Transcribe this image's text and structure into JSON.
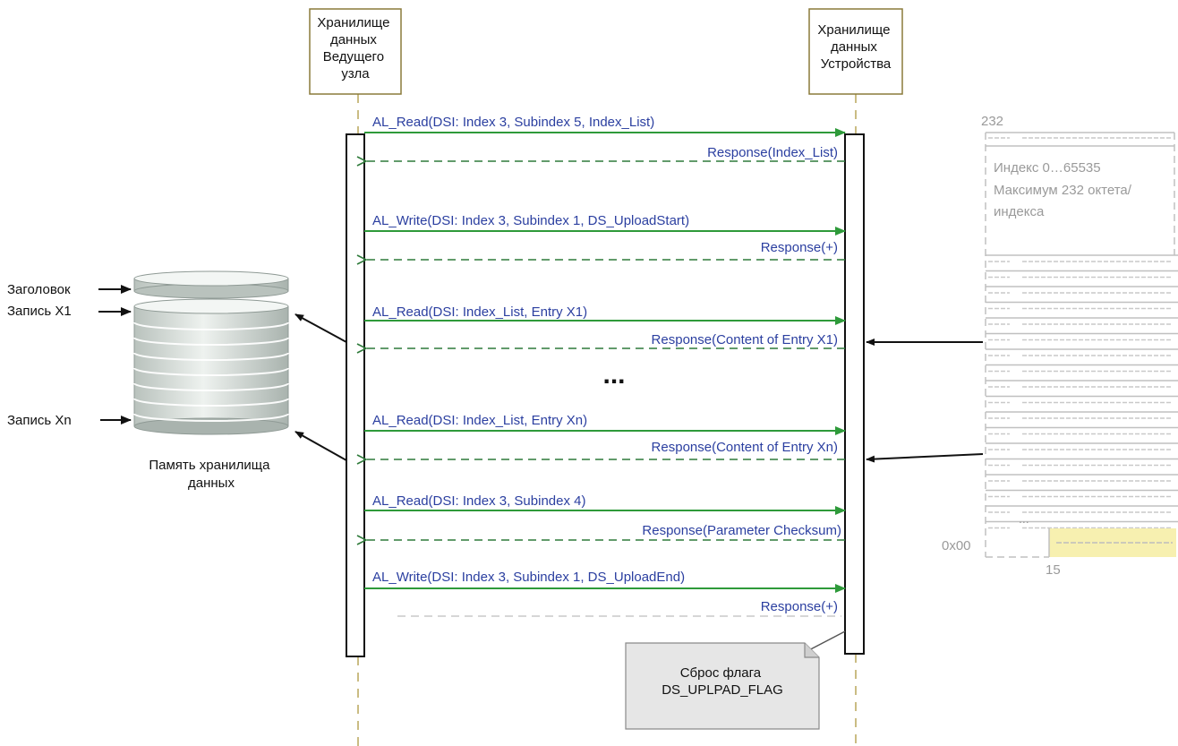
{
  "lifelines": {
    "master": [
      "Хранилище",
      "данных",
      "Ведущего",
      "узла"
    ],
    "device": [
      "Хранилище",
      "данных",
      "Устройства"
    ]
  },
  "messages": [
    {
      "kind": "request",
      "text": "AL_Read(DSI: Index 3, Subindex 5, Index_List)"
    },
    {
      "kind": "response",
      "text": "Response(Index_List)"
    },
    {
      "kind": "request",
      "text": "AL_Write(DSI: Index 3, Subindex 1, DS_UploadStart)"
    },
    {
      "kind": "response",
      "text": "Response(+)"
    },
    {
      "kind": "request",
      "text": "AL_Read(DSI: Index_List, Entry X1)"
    },
    {
      "kind": "response",
      "text": "Response(Content of Entry X1)"
    },
    {
      "kind": "request",
      "text": "AL_Read(DSI: Index_List, Entry Xn)"
    },
    {
      "kind": "response",
      "text": "Response(Content of Entry Xn)"
    },
    {
      "kind": "request",
      "text": "AL_Read(DSI: Index 3, Subindex 4)"
    },
    {
      "kind": "response",
      "text": "Response(Parameter Checksum)"
    },
    {
      "kind": "request",
      "text": "AL_Write(DSI: Index 3, Subindex 1, DS_UploadEnd)"
    },
    {
      "kind": "response",
      "text": "Response(+)"
    }
  ],
  "ellipsis": "...",
  "storage": {
    "header_label": "Заголовок",
    "record_first": "Запись X1",
    "record_last": "Запись Xn",
    "caption": [
      "Память хранилища",
      "данных"
    ]
  },
  "memory_map": {
    "top_label": "232",
    "description": [
      "Индекс 0…65535",
      "Максимум 232 октета/",
      "индекса"
    ],
    "ellipsis": "...",
    "address_label": "0x00",
    "bottom_label": "15"
  },
  "note": [
    "Сброс флага",
    "DS_UPLPAD_FLAG"
  ],
  "colors": {
    "request_arrow": "#2e9a3a",
    "response_arrow": "#2e7a3a",
    "message_text": "#2b3fa0",
    "highlight_cell": "#f7f0b0",
    "note_fill": "#e6e6e6"
  }
}
